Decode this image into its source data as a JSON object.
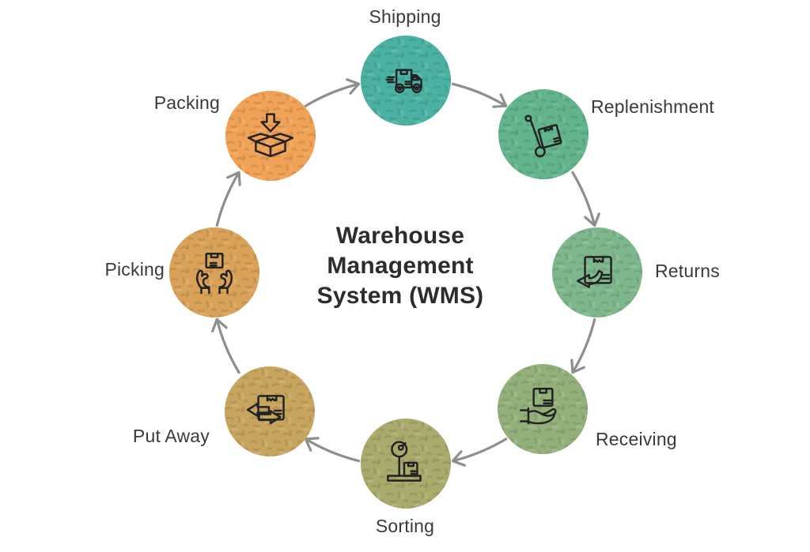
{
  "diagram": {
    "title": {
      "line1": "Warehouse",
      "line2": "Management",
      "line3": "System (WMS)",
      "color": "#2d2d2d"
    },
    "flow_direction": "clockwise",
    "background_color": "#ffffff",
    "arrow_color": "#8e8e8e",
    "icon_color": "#222222",
    "label_color": "#3a3a3a",
    "nodes": [
      {
        "id": "shipping",
        "label": "Shipping",
        "color": "#4bb2a3",
        "icon": "delivery-truck-icon"
      },
      {
        "id": "replenishment",
        "label": "Replenishment",
        "color": "#62b48c",
        "icon": "hand-truck-icon"
      },
      {
        "id": "returns",
        "label": "Returns",
        "color": "#7fb78c",
        "icon": "return-box-icon"
      },
      {
        "id": "receiving",
        "label": "Receiving",
        "color": "#94b07a",
        "icon": "hand-holding-box-icon"
      },
      {
        "id": "sorting",
        "label": "Sorting",
        "color": "#a9aa6c",
        "icon": "weighing-scale-icon"
      },
      {
        "id": "put_away",
        "label": "Put Away",
        "color": "#c7a55f",
        "icon": "swap-arrows-box-icon"
      },
      {
        "id": "picking",
        "label": "Picking",
        "color": "#d9a258",
        "icon": "hands-holding-box-icon"
      },
      {
        "id": "packing",
        "label": "Packing",
        "color": "#f0a256",
        "icon": "open-box-arrow-icon"
      }
    ]
  }
}
